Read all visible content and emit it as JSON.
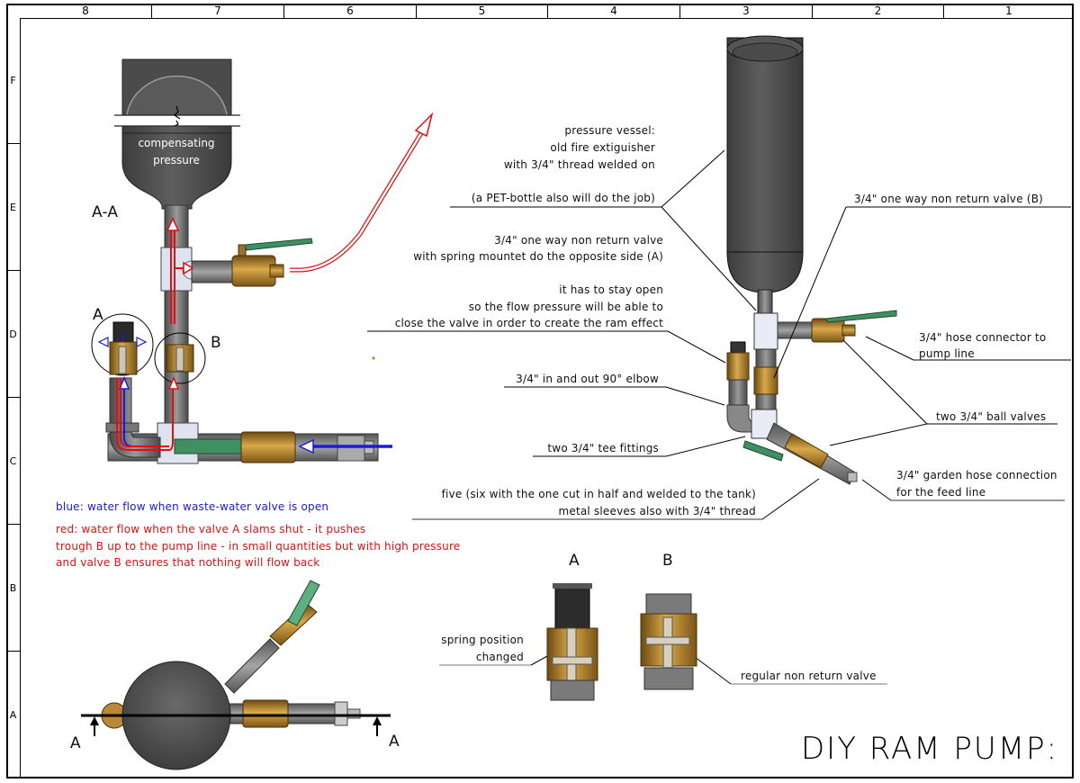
{
  "drawing": {
    "title": "DIY RAM PUMP:",
    "column_headers": [
      "8",
      "7",
      "6",
      "5",
      "4",
      "3",
      "2",
      "1"
    ],
    "row_headers": [
      "F",
      "E",
      "D",
      "C",
      "B",
      "A"
    ]
  },
  "section_view": {
    "section_label": "A-A",
    "vessel_text_line1": "compensating",
    "vessel_text_line2": "pressure",
    "detail_a_label": "A",
    "detail_b_label": "B"
  },
  "legend": {
    "blue_text": "blue: water flow when waste-water valve is open",
    "red_lines": [
      "red: water flow when the valve A slams shut - it pushes",
      "trough B up to the pump line - in small quantities but with high pressure",
      "and valve B ensures that nothing will flow back"
    ],
    "colors": {
      "blue": "#1a1adc",
      "red": "#e01010",
      "pipe": "#6e6e6e",
      "brass": "#b8893a",
      "handle": "#3f8f63"
    }
  },
  "callouts": {
    "pressure_vessel": [
      "pressure vessel:",
      "old fire extiguisher",
      "with 3/4\" thread welded on"
    ],
    "pet_bottle": "(a PET-bottle also will do the job)",
    "valve_a": [
      "3/4\" one way non return valve",
      "with spring mountet do the opposite side (A)"
    ],
    "stay_open": [
      "it has to stay open",
      "so the flow pressure will be able to",
      "close the valve in order to create the ram effect"
    ],
    "elbow": "3/4\" in and out 90° elbow",
    "tee": "two 3/4\" tee fittings",
    "sleeves": [
      "five (six with the one cut in half and welded to the tank)",
      "metal sleeves also with 3/4\" thread"
    ],
    "valve_b": "3/4\" one way non return valve (B)",
    "hose_connector": [
      "3/4\" hose connector to",
      "pump line"
    ],
    "ball_valves": "two 3/4\" ball valves",
    "garden_hose": [
      "3/4\" garden hose connection",
      "for the feed line"
    ]
  },
  "details": {
    "a_label": "A",
    "b_label": "B",
    "spring_changed": [
      "spring position",
      "changed"
    ],
    "regular_valve": "regular non return valve"
  },
  "top_view": {
    "section_mark_left": "A",
    "section_mark_right": "A"
  }
}
